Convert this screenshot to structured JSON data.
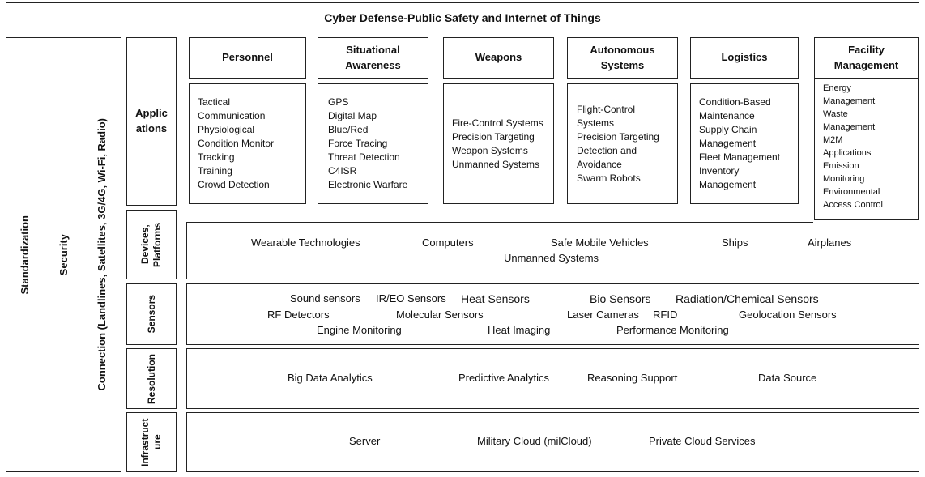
{
  "title": "Cyber Defense-Public Safety and Internet of Things",
  "pillars": {
    "standardization": "Standardization",
    "security": "Security",
    "connection": "Connection (Landlines, Satellites, 3G/4G, Wi-Fi, Radio)"
  },
  "layers": {
    "applications": "Applic ations",
    "devices": "Devices, Platforms",
    "sensors": "Sensors",
    "resolution": "Resolution",
    "infrastructure": "Infrastruct ure"
  },
  "applications": [
    {
      "header": "Personnel",
      "items": [
        "Tactical",
        "Communication",
        "Physiological",
        "Condition Monitor",
        "Tracking",
        "Training",
        "Crowd Detection"
      ]
    },
    {
      "header": "Situational Awareness",
      "items": [
        "GPS",
        "Digital Map",
        "Blue/Red",
        "Force Tracing",
        "Threat Detection",
        "C4ISR",
        "Electronic Warfare"
      ]
    },
    {
      "header": "Weapons",
      "items": [
        "Fire-Control Systems",
        "Precision Targeting",
        "Weapon Systems",
        "Unmanned Systems"
      ]
    },
    {
      "header": "Autonomous Systems",
      "items": [
        "Flight-Control",
        "Systems",
        "Precision Targeting",
        "Detection and",
        "Avoidance",
        "Swarm Robots"
      ]
    },
    {
      "header": "Logistics",
      "items": [
        "Condition-Based",
        "Maintenance",
        "Supply Chain",
        "Management",
        "Fleet Management",
        "Inventory",
        "Management"
      ]
    },
    {
      "header": "Facility Management",
      "items": [
        "Energy",
        "Management",
        "Waste",
        "Management",
        "M2M",
        "Applications",
        "Emission",
        "Monitoring",
        "Environmental",
        "Access Control"
      ]
    }
  ],
  "devices": [
    "Wearable Technologies",
    "Computers",
    "Safe Mobile Vehicles",
    "Ships",
    "Airplanes",
    "Unmanned Systems"
  ],
  "sensors": [
    "Sound sensors",
    "IR/EO Sensors",
    "Heat Sensors",
    "Bio Sensors",
    "Radiation/Chemical Sensors",
    "RF Detectors",
    "Molecular Sensors",
    "Laser Cameras",
    "RFID",
    "Geolocation Sensors",
    "Engine Monitoring",
    "Heat Imaging",
    "Performance Monitoring"
  ],
  "resolution": [
    "Big Data Analytics",
    "Predictive Analytics",
    "Reasoning Support",
    "Data Source"
  ],
  "infrastructure": [
    "Server",
    "Military Cloud (milCloud)",
    "Private Cloud Services"
  ]
}
